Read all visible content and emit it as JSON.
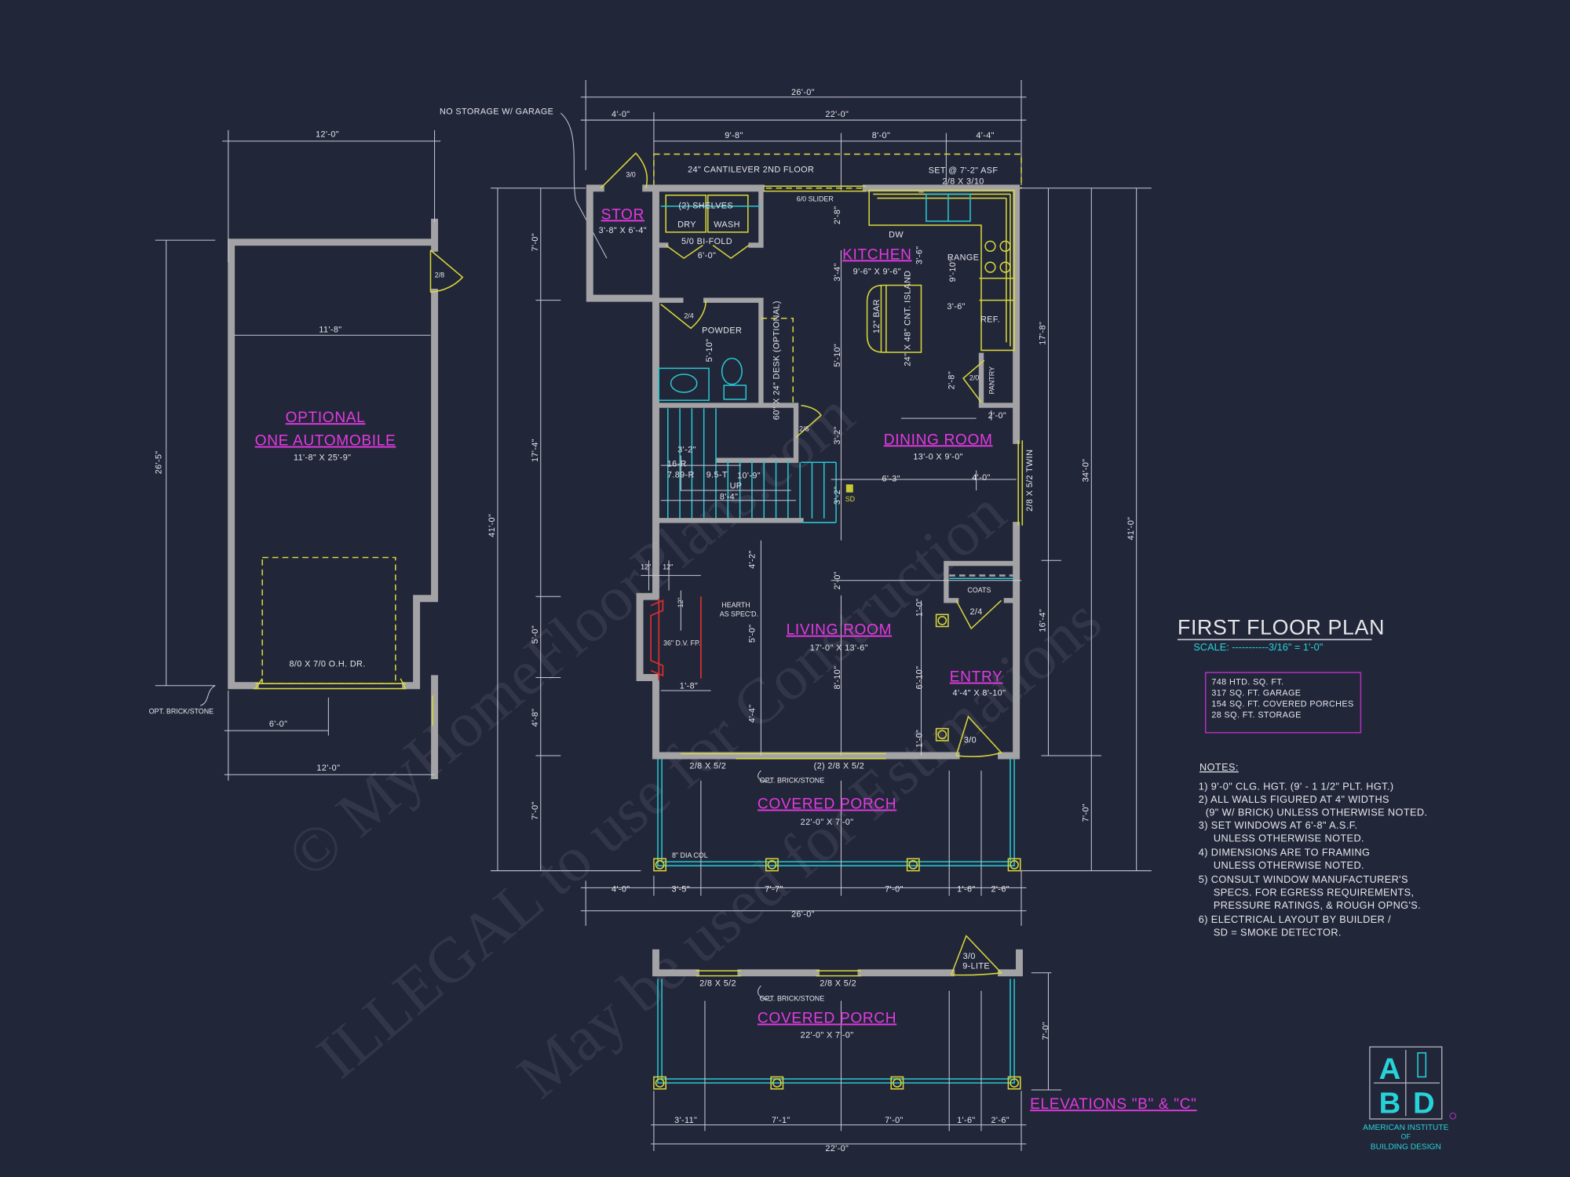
{
  "colors": {
    "background": "#222639",
    "walls": "#a3a3a6",
    "room_labels": "#e23ae0",
    "fixtures": "#d8d83a",
    "plumbing": "#27c8d0",
    "text": "#e6e6ea"
  },
  "watermarks": [
    "© MyHomeFloorPlans.com",
    "ILLEGAL to use for Construction",
    "May be used for Estimations"
  ],
  "garage": {
    "top_dim": "12'-0\"",
    "door": "2/8",
    "inner_dim": "11'-8\"",
    "title_line1": "OPTIONAL",
    "title_line2": "ONE AUTOMOBILE",
    "size": "11'-8\" X 25'-9\"",
    "side_dim": "26'-5\"",
    "oh_door": "8/0 X 7/0 O.H. DR.",
    "brick": "OPT. BRICK/STONE",
    "bottom_sub_dim": "6'-0\"",
    "bottom_dim": "12'-0\""
  },
  "top": {
    "note": "NO STORAGE W/ GARAGE",
    "dims": [
      "26'-0\"",
      "4'-0\"",
      "22'-0\"",
      "9'-8\"",
      "8'-0\"",
      "4'-4\""
    ],
    "cantilever": "24\" CANTILEVER 2ND FLOOR",
    "window_set": "SET @ 7'-2\" ASF",
    "window_size": "2/8 X 3/10",
    "stor_door": "3/0"
  },
  "rooms": {
    "stor": {
      "name": "STOR",
      "size": "3'-8\" X 6'-4\""
    },
    "kitchen": {
      "name": "KITCHEN",
      "size": "9'-6\" X 9'-6\""
    },
    "dining": {
      "name": "DINING ROOM",
      "size": "13'-0 X 9'-0\""
    },
    "living": {
      "name": "LIVING ROOM",
      "size": "17'-0\" X 13'-6\""
    },
    "entry": {
      "name": "ENTRY",
      "size": "4'-4\" X 8'-10\""
    },
    "porch": {
      "name": "COVERED PORCH",
      "size": "22'-0\" X 7'-0\""
    },
    "porch_elev": {
      "name": "COVERED PORCH",
      "size": "22'-0\" X 7'-0\""
    }
  },
  "labels": {
    "shelves": "(2) SHELVES",
    "dry": "DRY",
    "wash": "WASH",
    "bifold": "5/0 BI-FOLD",
    "laundry_dim": "6'-0\"",
    "slider": "6/0 SLIDER",
    "dw": "DW",
    "range": "RANGE",
    "bar": "12\" BAR",
    "island": "24\" X 48\" CNT. ISLAND",
    "ref": "REF.",
    "powder_door": "2/4",
    "powder": "POWDER",
    "desk": "60\" X 24\" DESK (OPTIONAL)",
    "pantry_door": "2/0",
    "pantry": "PANTRY",
    "stair_door": "2/6",
    "risers": "16-R",
    "riser_ht": "7.89-R",
    "tread": "9.5-T",
    "stair_len": "10'-9\"",
    "up": "UP",
    "stair_dim": "8'-4\"",
    "stair_w": "3'-2\"",
    "sd": "SD",
    "twin_window": "2/8 X 5/2 TWIN",
    "hearth": "HEARTH",
    "hearth2": "AS SPEC'D.",
    "fireplace": "36\" D.V. FP.",
    "fp_12a": "12\"",
    "fp_12b": "12\"",
    "fp_12c": "12\"",
    "fp_18": "1'-8\"",
    "coats": "COATS",
    "coat_door": "2/4",
    "entry_door": "3/0",
    "porch_win1": "2/8 X 5/2",
    "porch_win2": "(2) 2/8 X 5/2",
    "porch_brick": "OPT. BRICK/STONE",
    "column": "8\" DIA COL",
    "elev_door1": "3/0",
    "elev_door2": "9-LITE",
    "elev_win1": "2/8 X 5/2",
    "elev_win2": "2/8 X 5/2",
    "elev_brick": "OPT. BRICK/STONE",
    "elevations": "ELEVATIONS \"B\" & \"C\""
  },
  "interior_dims": {
    "k_28": "2'-8\"",
    "k_36": "3'-6\"",
    "k_34": "3'-4\"",
    "k_910": "9'-10\"",
    "k_36b": "3'-6\"",
    "p_510": "5'-10\"",
    "c_510": "5'-10\"",
    "pan_28": "2'-8\"",
    "pan_20": "2'-0\"",
    "d_32": "3'-2\"",
    "d_32b": "3'-2\"",
    "d_63": "6'-3\"",
    "d_40": "4'-0\"",
    "l_42": "4'-2\"",
    "l_50": "5'-0\"",
    "l_44": "4'-4\"",
    "l_20": "2'-0\"",
    "l_810": "8'-10\"",
    "e_10a": "1'-0\"",
    "e_610": "6'-10\"",
    "e_10b": "1'-0\""
  },
  "left_dims": [
    "7'-0\"",
    "17'-4\"",
    "41'-0\"",
    "5'-0\"",
    "4'-8\"",
    "7'-0\""
  ],
  "right_dims": [
    "17'-8\"",
    "16'-4\"",
    "34'-0\"",
    "41'-0\"",
    "7'-0\""
  ],
  "porch_dims": [
    "4'-0\"",
    "3'-5\"",
    "7'-7\"",
    "7'-0\"",
    "1'-6\"",
    "2'-6\"",
    "26'-0\""
  ],
  "elev_dims": [
    "3'-11\"",
    "7'-1\"",
    "7'-0\"",
    "1'-6\"",
    "2'-6\"",
    "22'-0\"",
    "7'-0\""
  ],
  "title": {
    "name": "FIRST FLOOR PLAN",
    "scale": "SCALE: -----------3/16\" = 1'-0\""
  },
  "areas": [
    "748 HTD. SQ. FT.",
    "317 SQ. FT. GARAGE",
    "154 SQ. FT. COVERED PORCHES",
    "28 SQ. FT. STORAGE"
  ],
  "notes": {
    "heading": "NOTES:",
    "lines": [
      "1) 9'-0\"  CLG. HGT. (9' - 1 1/2\" PLT. HGT.)",
      "2) ALL  WALLS FIGURED AT 4\" WIDTHS",
      "(9\" W/ BRICK) UNLESS OTHERWISE NOTED.",
      "3) SET WINDOWS AT 6'-8\" A.S.F.",
      "UNLESS OTHERWISE NOTED.",
      "4) DIMENSIONS ARE TO FRAMING",
      "UNLESS OTHERWISE NOTED.",
      "5) CONSULT WINDOW MANUFACTURER'S",
      "SPECS. FOR EGRESS REQUIREMENTS,",
      "PRESSURE RATINGS, & ROUGH OPNG'S.",
      "6) ELECTRICAL LAYOUT BY BUILDER /",
      "SD = SMOKE DETECTOR."
    ]
  },
  "logo": {
    "letters": [
      "A",
      "I",
      "B",
      "D"
    ],
    "line1": "AMERICAN INSTITUTE",
    "line2": "OF",
    "line3": "BUILDING DESIGN"
  }
}
